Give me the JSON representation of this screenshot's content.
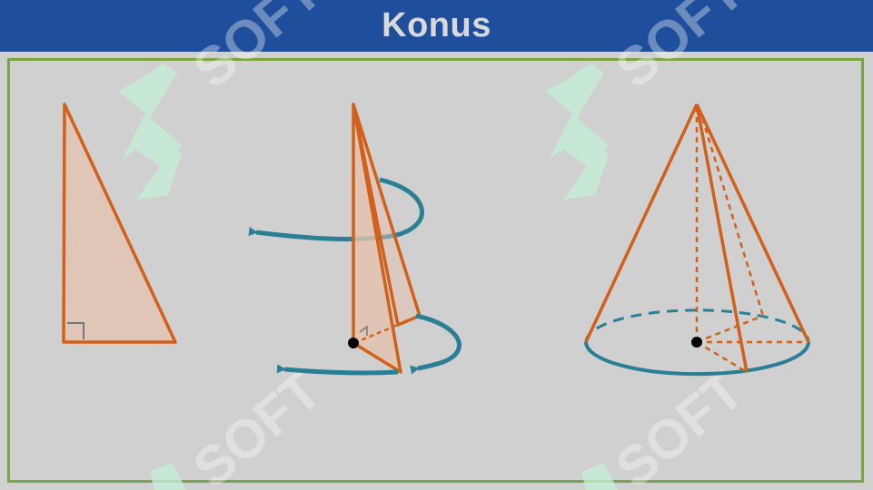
{
  "header": {
    "title": "Konus",
    "background": "#1f4e9c"
  },
  "watermark": {
    "text": "SOFT",
    "logo_color": "#c6f0d8"
  },
  "colors": {
    "frame_border": "#7ba447",
    "shape_stroke": "#d2601a",
    "shape_fill": "#e5c2ad",
    "rotation_arrow": "#2a7f94",
    "cone_base": "#2a7f94",
    "background": "#d0d0d0"
  },
  "figures": [
    {
      "name": "right-triangle",
      "description_icon": "right-angle-marker"
    },
    {
      "name": "rotating-triangle",
      "description_icon": "rotation-arrows"
    },
    {
      "name": "cone",
      "description_icon": "cone-with-axis"
    }
  ]
}
